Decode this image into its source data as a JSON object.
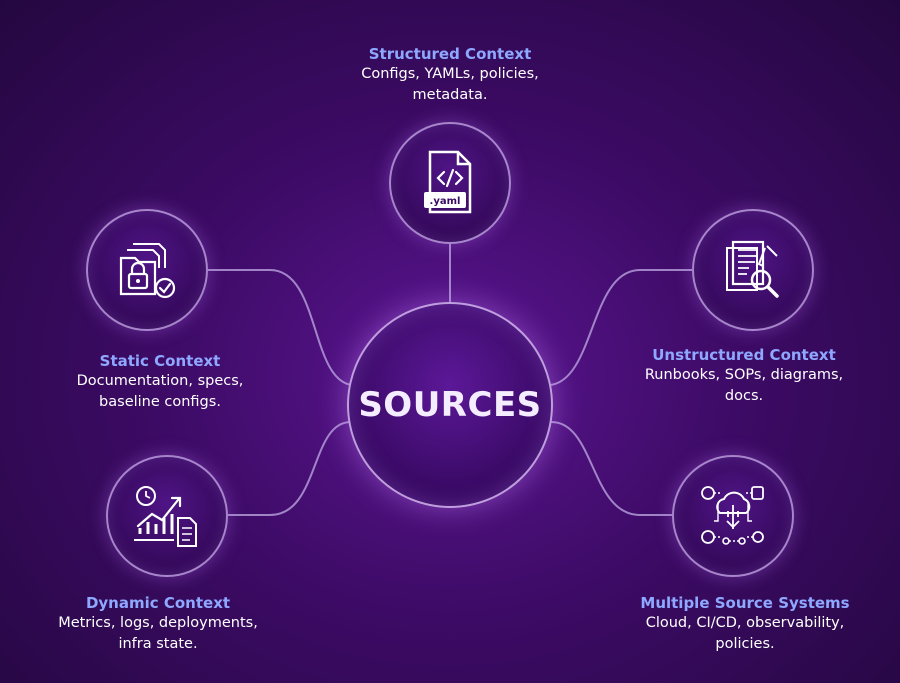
{
  "center": {
    "label": "SOURCES"
  },
  "nodes": [
    {
      "title": "Structured Context",
      "desc_lines": [
        "Configs, YAMLs, policies,",
        "metadata."
      ],
      "icon": "yaml-file-icon",
      "icon_text": ".yaml"
    },
    {
      "title": "Static Context",
      "desc_lines": [
        "Documentation, specs,",
        "baseline configs."
      ],
      "icon": "locked-folder-icon"
    },
    {
      "title": "Unstructured Context",
      "desc_lines": [
        "Runbooks, SOPs, diagrams,",
        "docs."
      ],
      "icon": "document-search-icon"
    },
    {
      "title": "Dynamic Context",
      "desc_lines": [
        "Metrics, logs, deployments,",
        "infra state."
      ],
      "icon": "metrics-chart-icon"
    },
    {
      "title": "Multiple Source Systems",
      "desc_lines": [
        "Cloud, CI/CD, observability,",
        "policies."
      ],
      "icon": "cloud-network-icon"
    }
  ],
  "colors": {
    "background": "#3d0b66",
    "title": "#8fa8ff",
    "text": "#ffffff",
    "connector": "#b9a2dd"
  }
}
